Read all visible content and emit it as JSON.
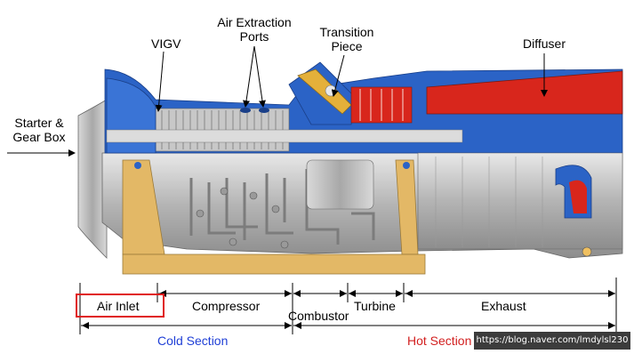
{
  "labels": {
    "vigv": "VIGV",
    "air_extraction": [
      "Air Extraction",
      "Ports"
    ],
    "transition_piece": [
      "Transition",
      "Piece"
    ],
    "diffuser": "Diffuser",
    "starter_gear": [
      "Starter &",
      "Gear Box"
    ]
  },
  "sections": {
    "air_inlet": "Air Inlet",
    "compressor": "Compressor",
    "combustor": "Combustor",
    "turbine": "Turbine",
    "exhaust": "Exhaust",
    "cold": "Cold Section",
    "hot": "Hot Section"
  },
  "watermark": "https://blog.naver.com/lmdylsl230",
  "colors": {
    "cold_text": "#1f3fd6",
    "hot_text": "#d21f1f",
    "highlight_box": "#e01b1b",
    "casing_blue": "#2b63c6",
    "hot_red": "#d8261c",
    "structure_tan": "#e3b866",
    "metal_grey": "#b9b9b9"
  }
}
